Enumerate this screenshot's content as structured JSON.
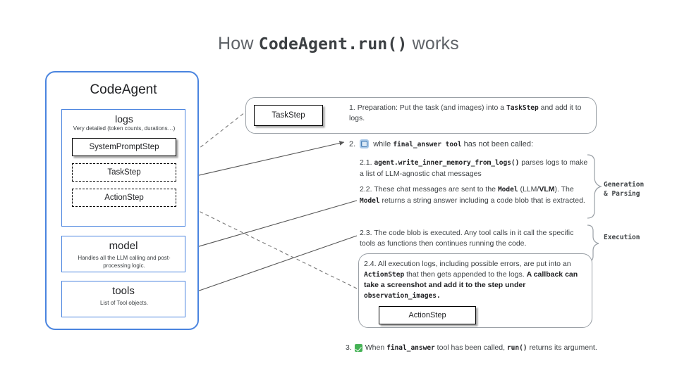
{
  "title": {
    "prefix": "How ",
    "code": "CodeAgent.run()",
    "suffix": " works"
  },
  "agent_panel": {
    "title": "CodeAgent",
    "logs": {
      "title": "logs",
      "subtitle": "Very detailed (token counts, durations…)",
      "steps": [
        {
          "label": "SystemPromptStep",
          "style": "solid"
        },
        {
          "label": "TaskStep",
          "style": "dashed"
        },
        {
          "label": "ActionStep",
          "style": "dashed"
        }
      ]
    },
    "model": {
      "title": "model",
      "subtitle": "Handles all the LLM calling and post-processing logic."
    },
    "tools": {
      "title": "tools",
      "subtitle": "List of Tool objects."
    }
  },
  "flow": {
    "step1": {
      "chip_label": "TaskStep",
      "number": "1.",
      "text_a": "Preparation: Put the task (and images) into a ",
      "code_a": "TaskStep",
      "text_b": " and add it to logs."
    },
    "step2": {
      "number": "2.",
      "icon": "repeat-loop-icon",
      "text_a": "while ",
      "code_a": "final_answer tool",
      "text_b": " has not been called:"
    },
    "step2_1": {
      "number": "2.1.",
      "code_a": "agent.write_inner_memory_from_logs()",
      "text_a": " parses logs to make a list of LLM-agnostic chat messages"
    },
    "step2_2": {
      "number": "2.2.",
      "text_a": "These chat messages are sent to the ",
      "code_a": "Model",
      "text_b": " (LLM/",
      "bold_a": "VLM",
      "text_c": "). The ",
      "code_b": "Model",
      "text_d": " returns a string answer including a code blob that is extracted."
    },
    "step2_3": {
      "number": "2.3.",
      "text_a": "The code blob is executed. Any tool calls in it call the specific tools as functions then continues running the code."
    },
    "step2_4": {
      "number": "2.4.",
      "text_a": "All execution logs, including possible errors, are put into an ",
      "code_a": "ActionStep",
      "text_b": " that then gets appended to the logs. ",
      "bold_a": "A callback can  take a screenshot and add it to the step under ",
      "code_b": "observation_images.",
      "chip_label": "ActionStep"
    },
    "step3": {
      "number": "3.",
      "icon": "green-check-icon",
      "text_a": "When ",
      "code_a": "final_answer",
      "text_b": " tool has been called, ",
      "code_b": "run()",
      "text_c": " returns its argument."
    }
  },
  "side_labels": {
    "generation": "Generation\n& Parsing",
    "generation_line1": "Generation",
    "generation_line2": "& Parsing",
    "execution": "Execution"
  },
  "colors": {
    "accent_blue": "#4a84df",
    "text_gray": "#3c4043",
    "title_gray": "#5f6368",
    "border_gray": "#9aa0a6",
    "check_green": "#45b255",
    "loop_blue": "#a8c8e8"
  }
}
